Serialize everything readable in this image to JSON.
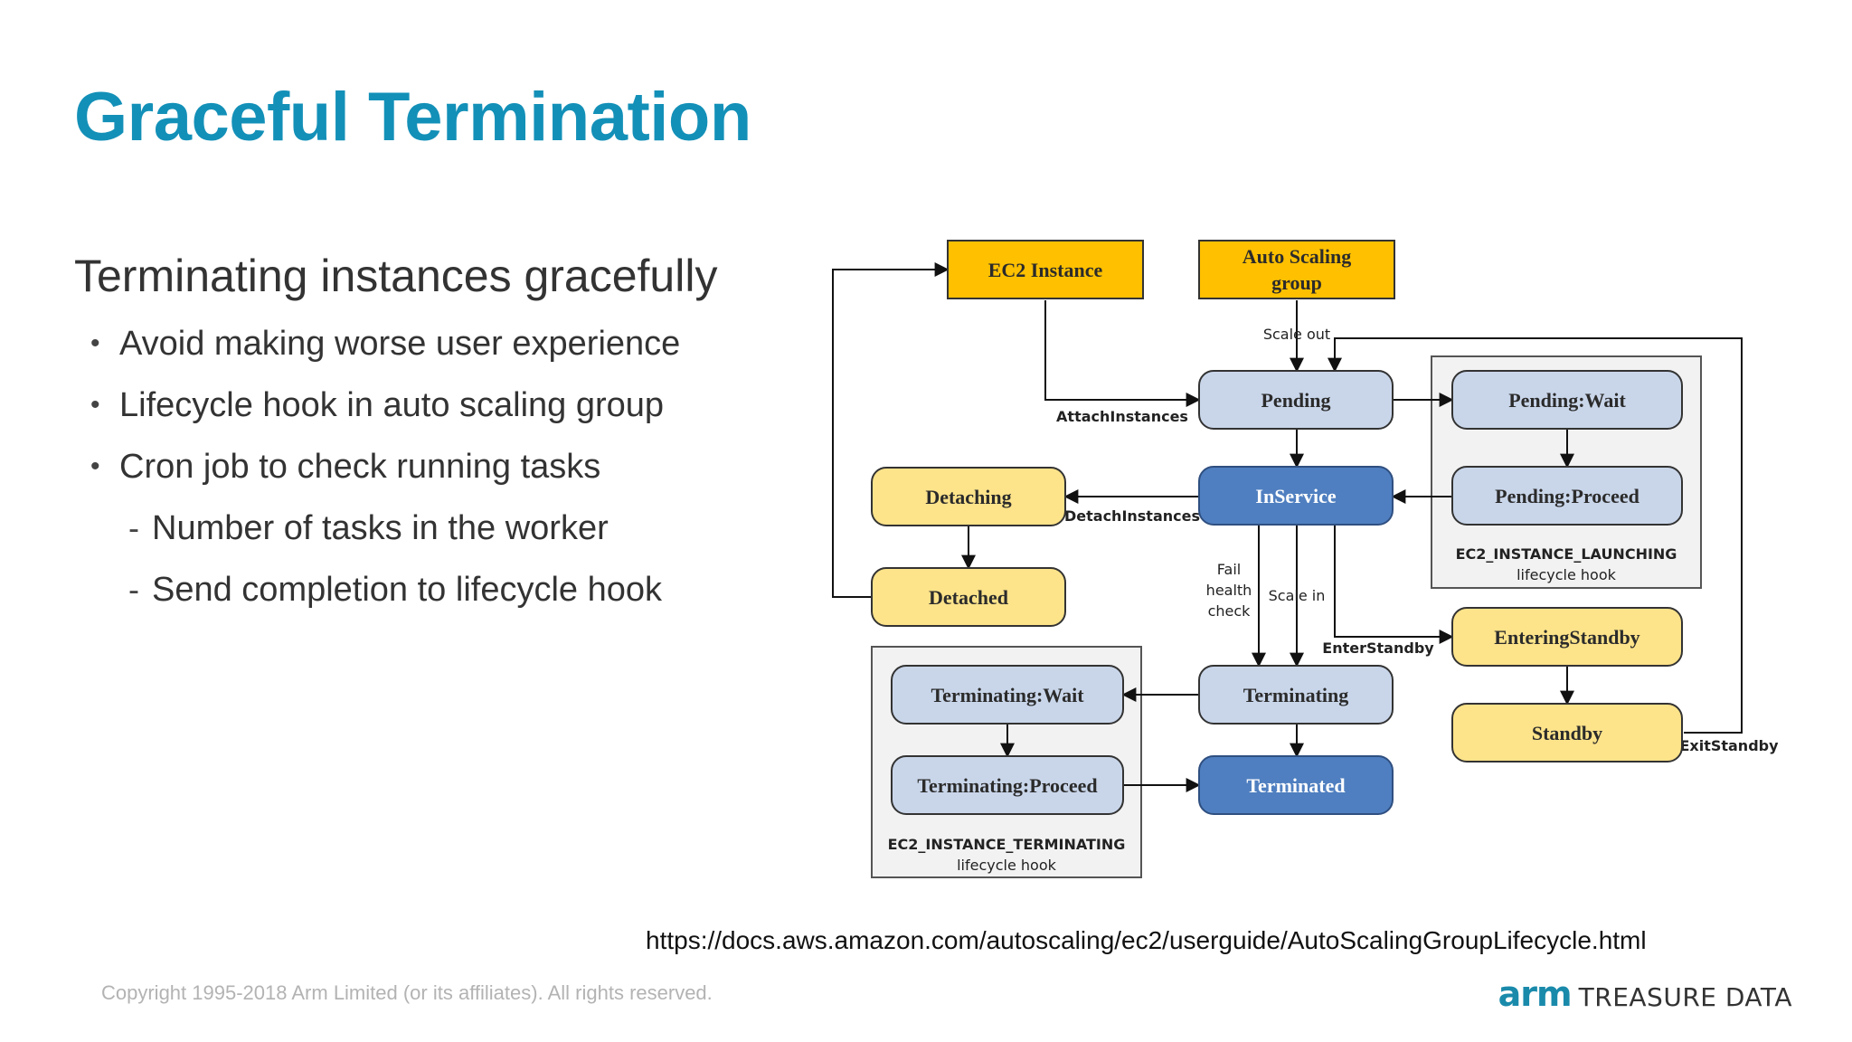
{
  "slide": {
    "title": "Graceful Termination",
    "subtitle": "Terminating instances gracefully",
    "bullets": [
      "Avoid making worse user experience",
      "Lifecycle hook in auto scaling group",
      "Cron job to check running tasks"
    ],
    "sub_bullets": [
      "Number of tasks in the worker",
      "Send completion to lifecycle hook"
    ],
    "bullet_marker": "•",
    "sub_bullet_marker": "-",
    "source_url": "https://docs.aws.amazon.com/autoscaling/ec2/userguide/AutoScalingGroupLifecycle.html",
    "copyright": "Copyright 1995-2018 Arm Limited (or its affiliates). All rights reserved.",
    "logo": {
      "brand": "arm",
      "product": "TREASURE DATA"
    }
  },
  "diagram": {
    "nodes": {
      "ec2_instance": {
        "label": "EC2 Instance"
      },
      "auto_scaling_group": {
        "label_line1": "Auto Scaling",
        "label_line2": "group"
      },
      "pending": {
        "label": "Pending"
      },
      "pending_wait": {
        "label": "Pending:Wait"
      },
      "pending_proceed": {
        "label": "Pending:Proceed"
      },
      "inservice": {
        "label": "InService"
      },
      "detaching": {
        "label": "Detaching"
      },
      "detached": {
        "label": "Detached"
      },
      "entering_standby": {
        "label": "EnteringStandby"
      },
      "standby": {
        "label": "Standby"
      },
      "terminating": {
        "label": "Terminating"
      },
      "terminated": {
        "label": "Terminated"
      },
      "terminating_wait": {
        "label": "Terminating:Wait"
      },
      "terminating_proceed": {
        "label": "Terminating:Proceed"
      }
    },
    "edge_labels": {
      "scale_out": "Scale out",
      "attach_instances": "AttachInstances",
      "detach_instances": "DetachInstances",
      "fail_health_check": [
        "Fail",
        "health",
        "check"
      ],
      "scale_in": "Scale in",
      "enter_standby": "EnterStandby",
      "exit_standby": "ExitStandby"
    },
    "hooks": {
      "launching": {
        "name": "EC2_INSTANCE_LAUNCHING",
        "caption": "lifecycle hook"
      },
      "terminating": {
        "name": "EC2_INSTANCE_TERMINATING",
        "caption": "lifecycle hook"
      }
    },
    "colors": {
      "orange": "#ffc000",
      "yellow": "#fde38a",
      "light_blue": "#c9d6ea",
      "dark_blue": "#4f7fc0",
      "hook_bg": "#f2f2f2"
    }
  }
}
